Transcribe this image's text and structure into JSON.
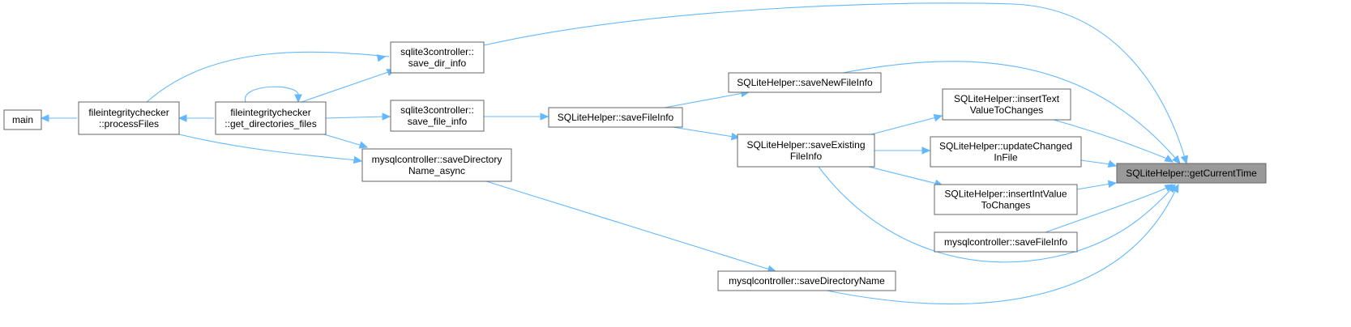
{
  "colors": {
    "edge": "#63b8ff",
    "node_border": "#666666",
    "highlight_fill": "#999999",
    "background": "#ffffff"
  },
  "nodes": {
    "main": {
      "lines": [
        "main"
      ]
    },
    "processFiles": {
      "lines": [
        "fileintegritychecker",
        "::processFiles"
      ]
    },
    "get_directories_files": {
      "lines": [
        "fileintegritychecker",
        "::get_directories_files"
      ]
    },
    "save_dir_info": {
      "lines": [
        "sqlite3controller::",
        "save_dir_info"
      ]
    },
    "save_file_info": {
      "lines": [
        "sqlite3controller::",
        "save_file_info"
      ]
    },
    "saveDirectoryName_async": {
      "lines": [
        "mysqlcontroller::saveDirectory",
        "Name_async"
      ]
    },
    "saveFileInfo": {
      "lines": [
        "SQLiteHelper::saveFileInfo"
      ]
    },
    "saveNewFileInfo": {
      "lines": [
        "SQLiteHelper::saveNewFileInfo"
      ]
    },
    "saveExistingFileInfo": {
      "lines": [
        "SQLiteHelper::saveExisting",
        "FileInfo"
      ]
    },
    "saveDirectoryName": {
      "lines": [
        "mysqlcontroller::saveDirectoryName"
      ]
    },
    "insertTextValueToChanges": {
      "lines": [
        "SQLiteHelper::insertText",
        "ValueToChanges"
      ]
    },
    "updateChangedInFile": {
      "lines": [
        "SQLiteHelper::updateChanged",
        "InFile"
      ]
    },
    "insertIntValueToChanges": {
      "lines": [
        "SQLiteHelper::insertIntValue",
        "ToChanges"
      ]
    },
    "mysqlSaveFileInfo": {
      "lines": [
        "mysqlcontroller::saveFileInfo"
      ]
    },
    "getCurrentTime": {
      "lines": [
        "SQLiteHelper::getCurrentTime"
      ]
    }
  }
}
